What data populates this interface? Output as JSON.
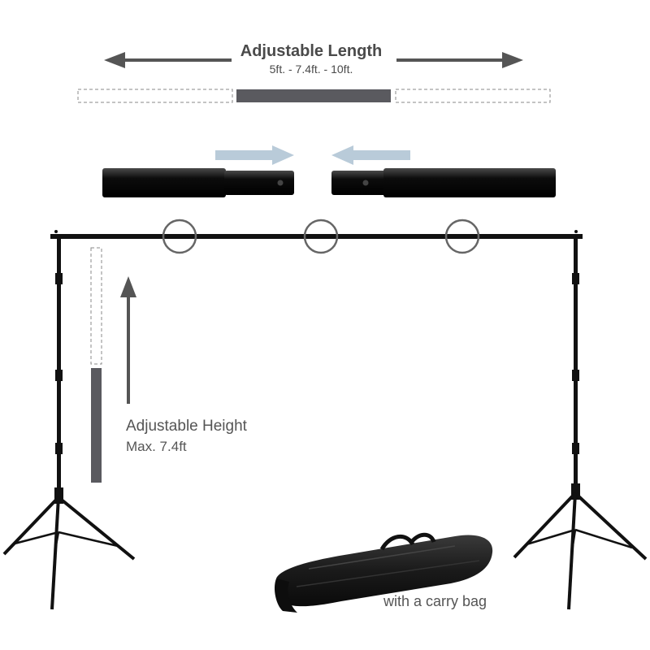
{
  "length": {
    "title": "Adjustable Length",
    "sizes": "5ft. - 7.4ft. - 10ft."
  },
  "height": {
    "title": "Adjustable Height",
    "max": "Max. 7.4ft"
  },
  "bag": {
    "caption": "with a carry bag"
  },
  "colors": {
    "text": "#555555",
    "arrow_dark": "#555555",
    "arrow_light": "#b9cbd9",
    "indicator_fill": "#5a5a5f",
    "metal": "#111111"
  }
}
